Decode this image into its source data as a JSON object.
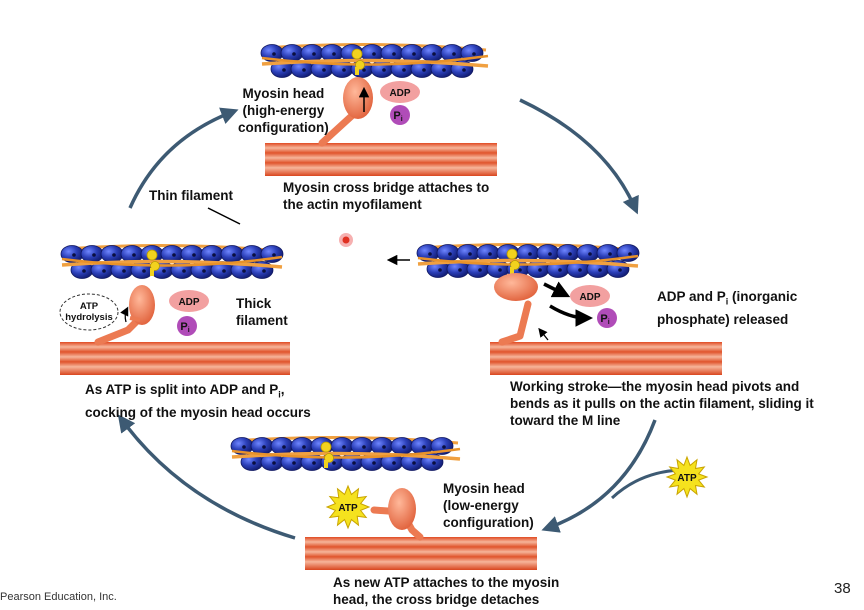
{
  "labels": {
    "myosin_head_high": [
      "Myosin head",
      "(high-energy",
      "configuration)"
    ],
    "step1": [
      "Myosin cross bridge attaches to",
      "the actin myofilament"
    ],
    "thin_filament": "Thin filament",
    "thick_filament": [
      "Thick",
      "filament"
    ],
    "step4": [
      "As ATP is split into ADP and P",
      ",",
      "cocking of the myosin head occurs"
    ],
    "step2_release": [
      "ADP and P",
      " (inorganic",
      "phosphate) released"
    ],
    "step2": [
      "Working stroke—the myosin head pivots and",
      "bends as it pulls on the actin filament, sliding it",
      "toward the M line"
    ],
    "myosin_head_low": [
      "Myosin head",
      "(low-energy",
      "configuration)"
    ],
    "step3": [
      "As new ATP attaches to the myosin",
      "head, the cross bridge detaches"
    ],
    "atp_hydrolysis": [
      "ATP",
      "hydrolysis"
    ],
    "adp": "ADP",
    "pi": "P",
    "pi_sub": "i",
    "atp": "ATP"
  },
  "footer": {
    "copyright": "Pearson Education, Inc.",
    "page_number": "38"
  },
  "colors": {
    "actin_blue": "#2b3fb8",
    "actin_dark": "#1a237e",
    "tropomyosin": "#f0a040",
    "troponin": "#f2d21e",
    "myosin": "#ec7a52",
    "adp": "#f2a0a0",
    "pi": "#b04cb8",
    "atp_star": "#f5e21e",
    "cycle_arrow": "#3d5a73"
  }
}
